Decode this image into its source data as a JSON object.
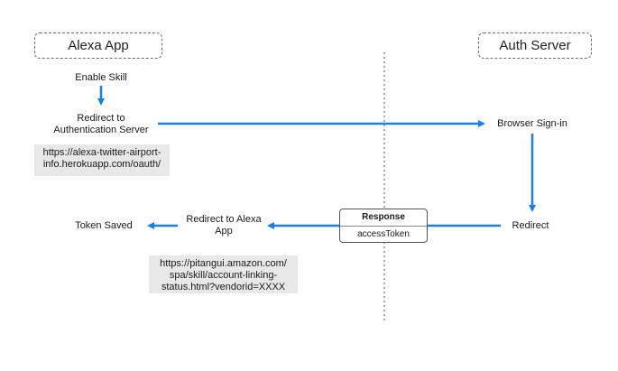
{
  "actors": {
    "left": "Alexa App",
    "right": "Auth Server"
  },
  "steps": {
    "enable_skill": "Enable Skill",
    "redirect_auth_line1": "Redirect to",
    "redirect_auth_line2": "Authentication Server",
    "browser_signin": "Browser Sign-in",
    "redirect": "Redirect",
    "redirect_alexa_line1": "Redirect to Alexa",
    "redirect_alexa_line2": "App",
    "token_saved": "Token Saved"
  },
  "urls": {
    "oauth_line1": "https://alexa-twitter-airport-",
    "oauth_line2": "info.herokuapp.com/oauth/",
    "status_line1": "https://pitangui.amazon.com/",
    "status_line2": "spa/skill/account-linking-",
    "status_line3": "status.html?vendorid=XXXX"
  },
  "response": {
    "title": "Response",
    "body": "accessToken"
  },
  "colors": {
    "arrow": "#1a7fe6",
    "divider": "#555555",
    "url_bg": "#e8e8e8"
  }
}
